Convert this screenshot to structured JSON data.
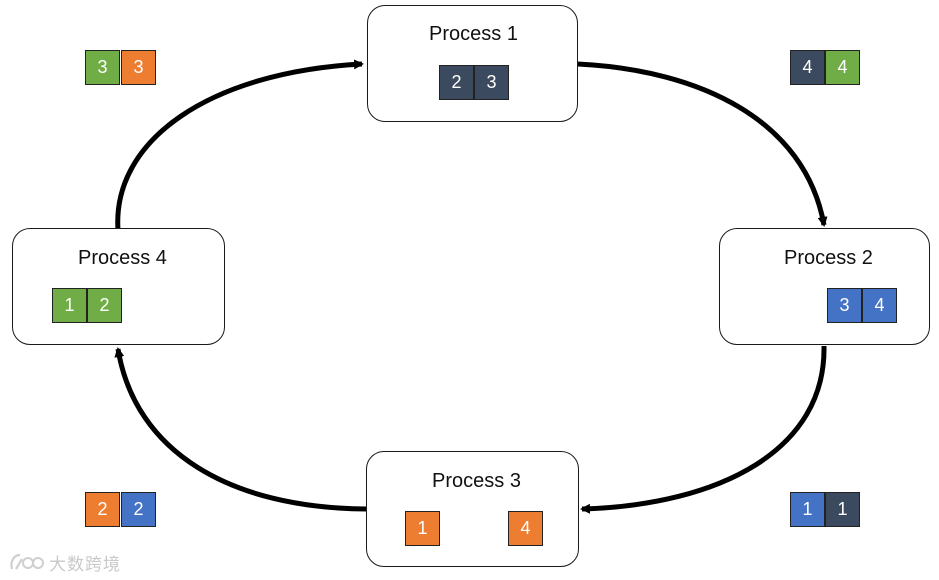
{
  "colors": {
    "dark": "#3b4a5e",
    "blue": "#4472c4",
    "green": "#70ad47",
    "orange": "#ed7d31",
    "arrow": "#000000",
    "box_border": "#1a1a1a"
  },
  "processes": [
    {
      "title": "Process 1",
      "blocks": [
        {
          "label": "2",
          "color": "dark"
        },
        {
          "label": "3",
          "color": "dark"
        }
      ]
    },
    {
      "title": "Process 2",
      "blocks": [
        {
          "label": "3",
          "color": "blue"
        },
        {
          "label": "4",
          "color": "blue"
        }
      ]
    },
    {
      "title": "Process 3",
      "blocks": [
        {
          "label": "1",
          "color": "orange"
        },
        {
          "label": "4",
          "color": "orange"
        }
      ]
    },
    {
      "title": "Process 4",
      "blocks": [
        {
          "label": "1",
          "color": "green"
        },
        {
          "label": "2",
          "color": "green"
        }
      ]
    }
  ],
  "transfers": [
    {
      "from": "Process 4",
      "to": "Process 1",
      "blocks": [
        {
          "label": "3",
          "color": "green"
        },
        {
          "label": "3",
          "color": "orange"
        }
      ]
    },
    {
      "from": "Process 1",
      "to": "Process 2",
      "blocks": [
        {
          "label": "4",
          "color": "dark"
        },
        {
          "label": "4",
          "color": "green"
        }
      ]
    },
    {
      "from": "Process 2",
      "to": "Process 3",
      "blocks": [
        {
          "label": "1",
          "color": "blue"
        },
        {
          "label": "1",
          "color": "dark"
        }
      ]
    },
    {
      "from": "Process 3",
      "to": "Process 4",
      "blocks": [
        {
          "label": "2",
          "color": "orange"
        },
        {
          "label": "2",
          "color": "blue"
        }
      ]
    }
  ],
  "watermark": {
    "text": "大数跨境"
  }
}
